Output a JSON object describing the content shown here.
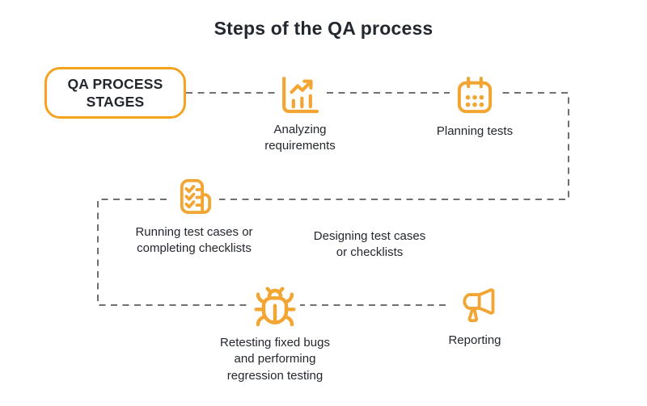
{
  "title": "Steps of the QA process",
  "colors": {
    "accent_orange": "#F5A31E",
    "icon_orange": "#F2A533",
    "text_dark": "#23272E",
    "dash_gray": "#707070",
    "background": "#FFFFFF"
  },
  "start_box": {
    "label": "QA PROCESS\nSTAGES"
  },
  "stages": [
    {
      "name": "analyzing-requirements",
      "icon": "bar-chart-trend-icon",
      "label": "Analyzing\nrequirements"
    },
    {
      "name": "planning-tests",
      "icon": "calendar-icon",
      "label": "Planning tests"
    },
    {
      "name": "designing-test-cases",
      "icon": "none",
      "label": "Designing test cases\nor checklists"
    },
    {
      "name": "running-test-cases",
      "icon": "checklist-document-icon",
      "label": "Running test cases or\ncompleting checklists"
    },
    {
      "name": "retesting-fixed-bugs",
      "icon": "bug-icon",
      "label": "Retesting fixed bugs\nand performing\nregression testing"
    },
    {
      "name": "reporting",
      "icon": "megaphone-icon",
      "label": "Reporting"
    }
  ]
}
